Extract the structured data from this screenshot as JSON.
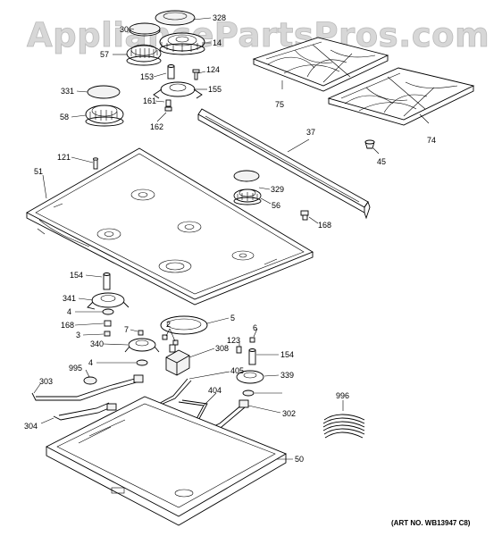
{
  "watermark": "AppliancePartsPros.com",
  "art_number": "(ART NO. WB13947 C8)",
  "callouts": [
    "30",
    "328",
    "14",
    "57",
    "153",
    "124",
    "155",
    "331",
    "161",
    "58",
    "162",
    "75",
    "74",
    "37",
    "45",
    "121",
    "51",
    "329",
    "56",
    "168",
    "154",
    "341",
    "4",
    "168",
    "3",
    "7",
    "2",
    "5",
    "6",
    "123",
    "154",
    "340",
    "308",
    "339",
    "4",
    "995",
    "405",
    "996",
    "303",
    "404",
    "302",
    "304",
    "50"
  ]
}
